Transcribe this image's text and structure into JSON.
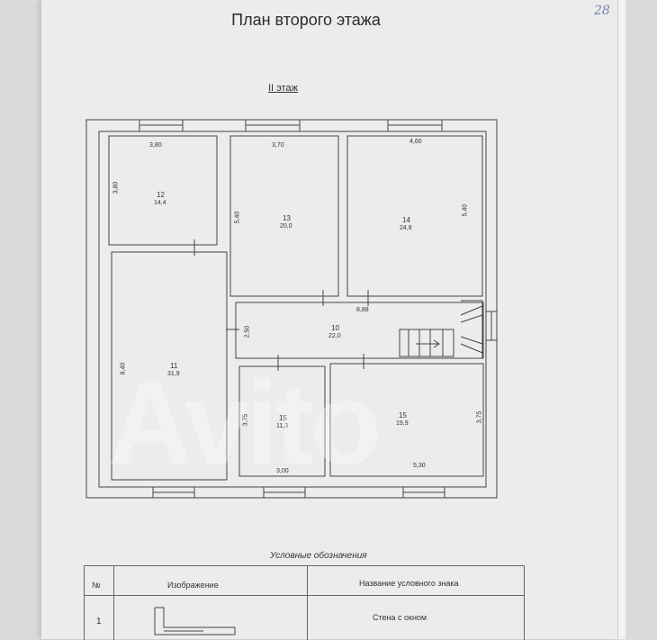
{
  "title": "План второго этажа",
  "page_number": "28",
  "floor_label": "II этаж",
  "rooms": [
    {
      "id": "room-12",
      "number": "12",
      "area": "14,4",
      "width": "3,80",
      "height": "3,80"
    },
    {
      "id": "room-13",
      "number": "13",
      "area": "20,0",
      "width": "3,70",
      "height": "5,40"
    },
    {
      "id": "room-14",
      "number": "14",
      "area": "24,8",
      "width": "4,60",
      "height": "5,40"
    },
    {
      "id": "room-11",
      "number": "11",
      "area": "31,9",
      "height": "8,40"
    },
    {
      "id": "room-10",
      "number": "10",
      "area": "22,0",
      "width": "8,88",
      "height": "2,50"
    },
    {
      "id": "room-16",
      "number": "15",
      "area": "11,3",
      "width": "3,00",
      "height": "3,75"
    },
    {
      "id": "room-15",
      "number": "15",
      "area": "19,9",
      "width": "5,30",
      "height": "3,75"
    }
  ],
  "legend": {
    "title": "Условные обозначения",
    "col_num": "№",
    "col_image": "Изображение",
    "col_name": "Название условного знака",
    "rows": [
      {
        "num": "1",
        "name": "Стена с окном"
      }
    ]
  },
  "watermark": "Avito"
}
